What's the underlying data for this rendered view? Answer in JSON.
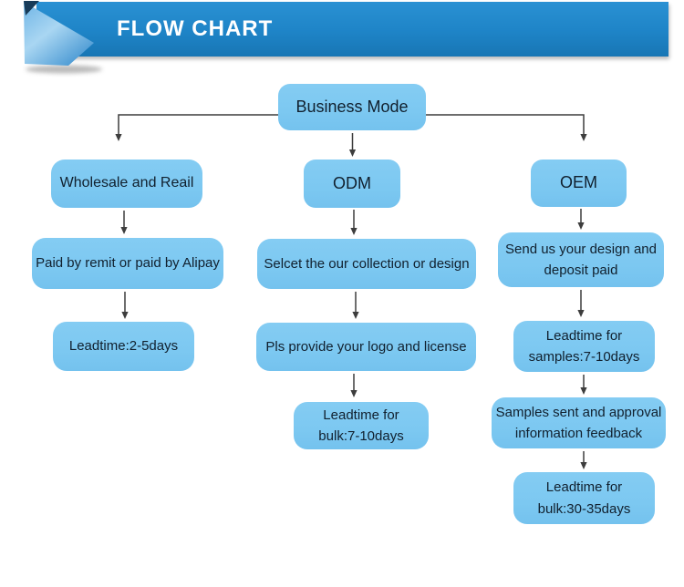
{
  "diagram": {
    "title": "FLOW CHART",
    "nodes": {
      "business_mode": {
        "label": "Business Mode"
      },
      "wholesale_retail": {
        "label": "Wholesale and Reail"
      },
      "paid_remit_alipay": {
        "label": "Paid by remit or paid by Alipay"
      },
      "leadtime_2_5days": {
        "label": "Leadtime:2-5days"
      },
      "odm": {
        "label": "ODM"
      },
      "select_collection": {
        "label": "Selcet the our collection or design"
      },
      "provide_logo_license": {
        "label": "Pls provide your logo and license"
      },
      "leadtime_bulk_7_10": {
        "label": "Leadtime for\nbulk:7-10days"
      },
      "oem": {
        "label": "OEM"
      },
      "send_design_deposit": {
        "label": "Send us your design and\ndeposit paid"
      },
      "leadtime_samples_7_10": {
        "label": "Leadtime for\nsamples:7-10days"
      },
      "samples_sent_feedback": {
        "label": "Samples sent and approval\ninformation feedback"
      },
      "leadtime_bulk_30_35": {
        "label": "Leadtime for\nbulk:30-35days"
      }
    },
    "edges": [
      [
        "business_mode",
        "wholesale_retail"
      ],
      [
        "business_mode",
        "odm"
      ],
      [
        "business_mode",
        "oem"
      ],
      [
        "wholesale_retail",
        "paid_remit_alipay"
      ],
      [
        "paid_remit_alipay",
        "leadtime_2_5days"
      ],
      [
        "odm",
        "select_collection"
      ],
      [
        "select_collection",
        "provide_logo_license"
      ],
      [
        "provide_logo_license",
        "leadtime_bulk_7_10"
      ],
      [
        "oem",
        "send_design_deposit"
      ],
      [
        "send_design_deposit",
        "leadtime_samples_7_10"
      ],
      [
        "leadtime_samples_7_10",
        "samples_sent_feedback"
      ],
      [
        "samples_sent_feedback",
        "leadtime_bulk_30_35"
      ]
    ],
    "colors": {
      "banner": "#1e84c7",
      "banner_light": "#2a91d3",
      "title_text": "#ffffff",
      "node_fill": "#7cc8f1",
      "node_text": "#11202e",
      "arrow": "#3d3d3d"
    }
  }
}
